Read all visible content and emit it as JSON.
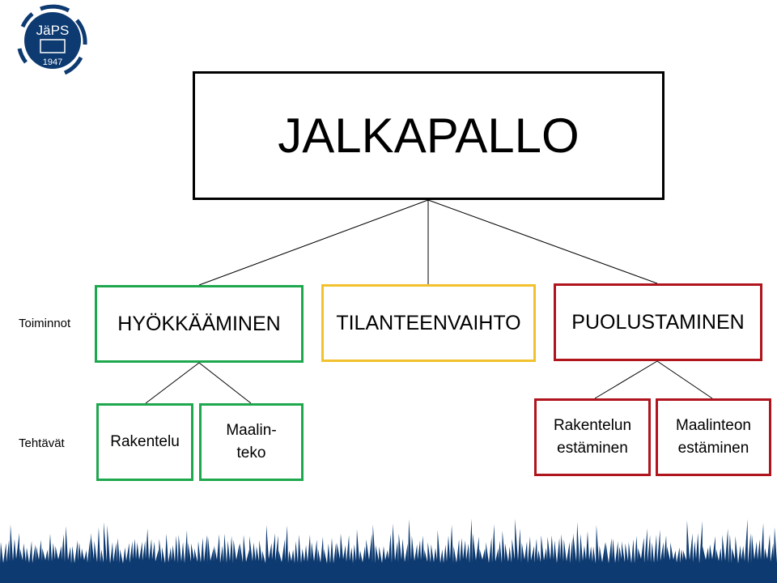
{
  "title": "JALKAPALLO",
  "row_labels": {
    "actions": "Toiminnot",
    "tasks": "Tehtävät"
  },
  "actions": [
    {
      "label": "HYÖKKÄÄMINEN",
      "color": "#1ea84e"
    },
    {
      "label": "TILANTEENVAIHTO",
      "color": "#f2c12e"
    },
    {
      "label": "PUOLUSTAMINEN",
      "color": "#b0141c"
    }
  ],
  "tasks": {
    "attack": [
      "Rakentelu",
      "Maalin-\nteko"
    ],
    "defense": [
      "Rakentelun\nestäminen",
      "Maalinteon\nestäminen"
    ]
  },
  "logo": {
    "text": "JäPS",
    "year": "1947",
    "color": "#0d3a70"
  }
}
